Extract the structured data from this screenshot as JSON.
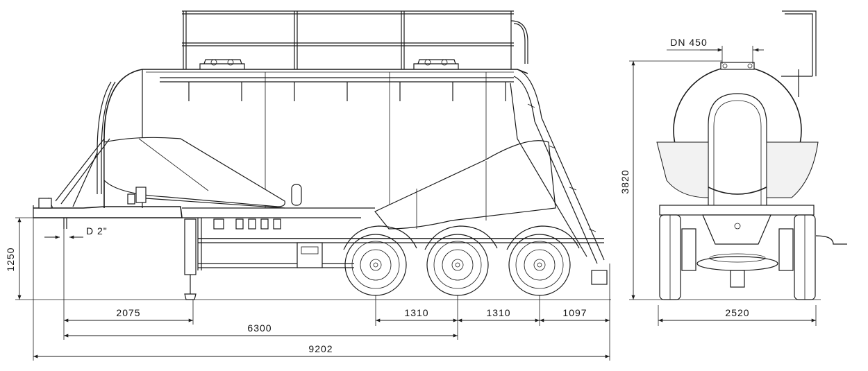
{
  "dimensions": {
    "axle_front_to_kingpin": "2075",
    "kingpin_to_mid_axle": "6300",
    "overall_length": "9202",
    "axle_spacing_1": "1310",
    "axle_spacing_2": "1310",
    "rear_overhang": "1097",
    "coupling_height": "1250",
    "discharge_pipe": "D 2\"",
    "overall_height": "3820",
    "overall_width": "2520",
    "manhole": "DN 450"
  },
  "colors": {
    "line": "#1a1a1a",
    "background": "#ffffff"
  }
}
